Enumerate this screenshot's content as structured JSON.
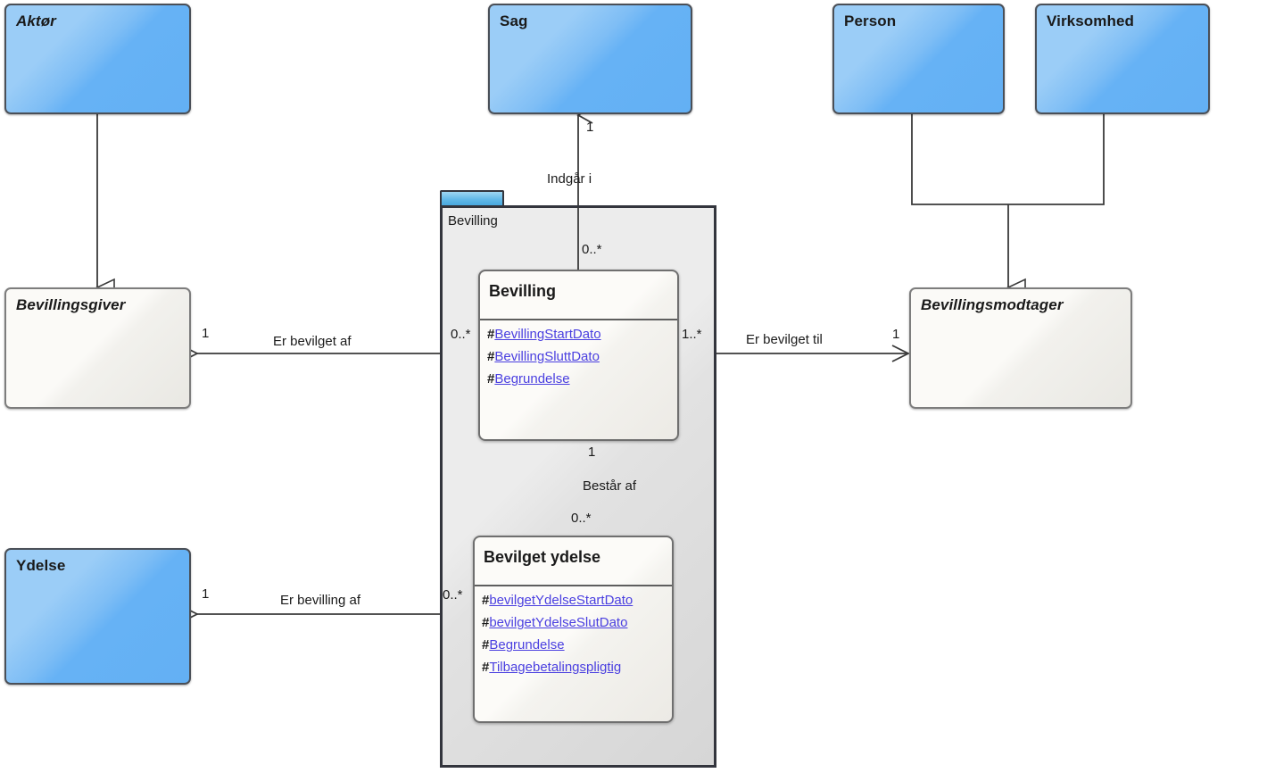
{
  "diagram": {
    "type": "uml-class-diagram",
    "language": "da",
    "colors": {
      "blue_fill_light": "#9bcdf7",
      "blue_fill_dark": "#63b0f4",
      "white_fill": "#fbfaf7",
      "package_fill": "#ececec",
      "border_dark": "#4a4f57",
      "attribute_text": "#4a3fe0",
      "tab_blue": "#62b9e8"
    }
  },
  "nodes": {
    "aktor": {
      "label": "Aktør",
      "kind": "blue",
      "abstract": true
    },
    "sag": {
      "label": "Sag",
      "kind": "blue",
      "abstract": false
    },
    "person": {
      "label": "Person",
      "kind": "blue",
      "abstract": false
    },
    "virksomhed": {
      "label": "Virksomhed",
      "kind": "blue",
      "abstract": false
    },
    "ydelse": {
      "label": "Ydelse",
      "kind": "blue",
      "abstract": false
    },
    "bevillingsgiver": {
      "label": "Bevillingsgiver",
      "kind": "white",
      "abstract": true
    },
    "bevillingsmodtager": {
      "label": "Bevillingsmodtager",
      "kind": "white",
      "abstract": true
    }
  },
  "package": {
    "name": "Bevilling"
  },
  "classes": {
    "bevilling": {
      "name": "Bevilling",
      "attributes": [
        {
          "visibility": "#",
          "name": "BevillingStartDato"
        },
        {
          "visibility": "#",
          "name": "BevillingSluttDato"
        },
        {
          "visibility": "#",
          "name": "Begrundelse"
        }
      ]
    },
    "bevilget_ydelse": {
      "name": "Bevilget ydelse",
      "attributes": [
        {
          "visibility": "#",
          "name": "bevilgetYdelseStartDato"
        },
        {
          "visibility": "#",
          "name": "bevilgetYdelseSlutDato"
        },
        {
          "visibility": "#",
          "name": "Begrundelse"
        },
        {
          "visibility": "#",
          "name": "Tilbagebetalingspligtig"
        }
      ]
    }
  },
  "relations": {
    "indgaar_i": {
      "label": "Indgår i",
      "source_mult": "0..*",
      "target_mult": "1"
    },
    "er_bevilget_af": {
      "label": "Er bevilget af",
      "source_mult": "0..*",
      "target_mult": "1"
    },
    "er_bevilget_til": {
      "label": "Er bevilget til",
      "source_mult": "1..*",
      "target_mult": "1"
    },
    "bestaar_af": {
      "label": "Består af",
      "source_mult": "1",
      "target_mult": "0..*"
    },
    "er_bevilling_af": {
      "label": "Er bevilling af",
      "source_mult": "0..*",
      "target_mult": "1"
    }
  }
}
